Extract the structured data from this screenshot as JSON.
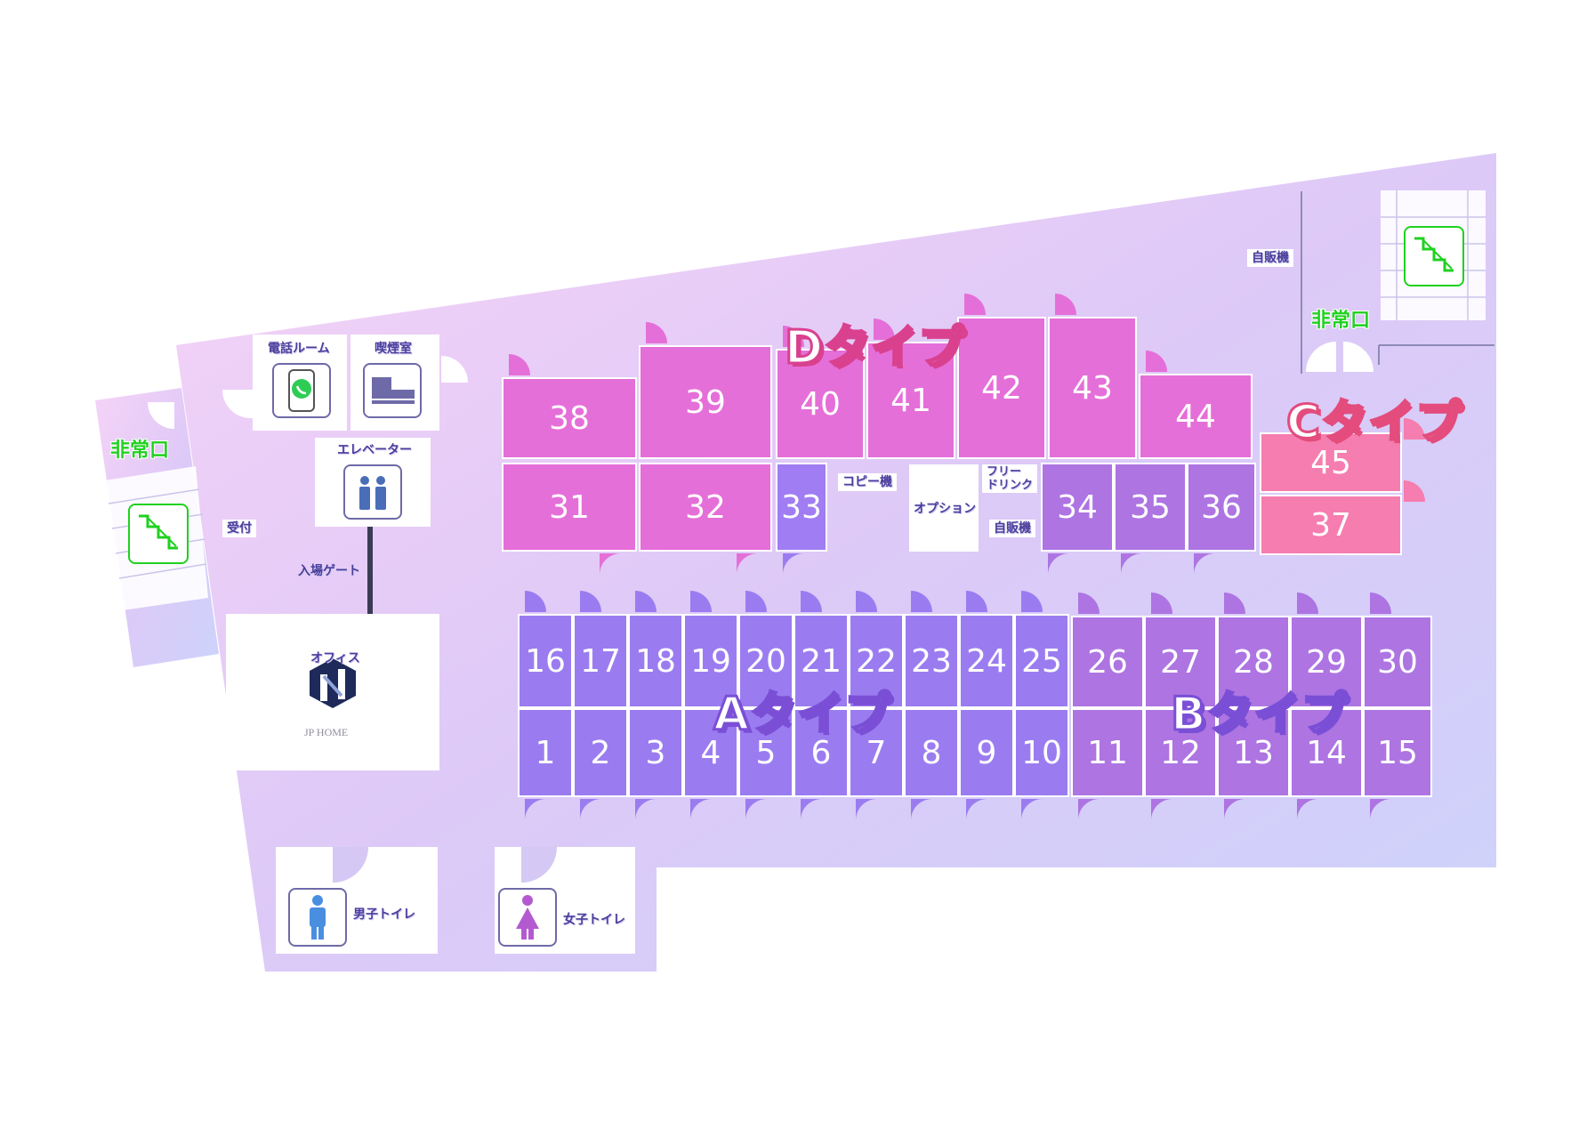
{
  "labels": {
    "phone_room": "電話ルーム",
    "smoking_room": "喫煙室",
    "elevator": "エレベーター",
    "emergency_exit_left": "非常口",
    "emergency_exit_right": "非常口",
    "reception": "受付",
    "entrance_gate": "入場ゲート",
    "office": "オフィス",
    "office_logo_text": "JP HOME",
    "copier": "コピー機",
    "option": "オプション",
    "free_drink": "フリー\nドリンク",
    "vending_center": "自販機",
    "vending_right": "自販機",
    "mens_toilet": "男子トイレ",
    "womens_toilet": "女子トイレ"
  },
  "types": {
    "A": "Aタイプ",
    "B": "Bタイプ",
    "C": "Cタイプ",
    "D": "Dタイプ"
  },
  "colors": {
    "type_a": "#9b7cf0",
    "type_b": "#ad74e2",
    "type_c": "#f57daf",
    "type_d": "#e56fd8",
    "emergency": "#1fd11f",
    "floor_gradient_start": "#f6d3f7",
    "floor_gradient_end": "#cdd3fb"
  },
  "booths": [
    {
      "n": "1",
      "type": "A"
    },
    {
      "n": "2",
      "type": "A"
    },
    {
      "n": "3",
      "type": "A"
    },
    {
      "n": "4",
      "type": "A"
    },
    {
      "n": "5",
      "type": "A"
    },
    {
      "n": "6",
      "type": "A"
    },
    {
      "n": "7",
      "type": "A"
    },
    {
      "n": "8",
      "type": "A"
    },
    {
      "n": "9",
      "type": "A"
    },
    {
      "n": "10",
      "type": "A"
    },
    {
      "n": "11",
      "type": "B"
    },
    {
      "n": "12",
      "type": "B"
    },
    {
      "n": "13",
      "type": "B"
    },
    {
      "n": "14",
      "type": "B"
    },
    {
      "n": "15",
      "type": "B"
    },
    {
      "n": "16",
      "type": "A"
    },
    {
      "n": "17",
      "type": "A"
    },
    {
      "n": "18",
      "type": "A"
    },
    {
      "n": "19",
      "type": "A"
    },
    {
      "n": "20",
      "type": "A"
    },
    {
      "n": "21",
      "type": "A"
    },
    {
      "n": "22",
      "type": "A"
    },
    {
      "n": "23",
      "type": "A"
    },
    {
      "n": "24",
      "type": "A"
    },
    {
      "n": "25",
      "type": "A"
    },
    {
      "n": "26",
      "type": "B"
    },
    {
      "n": "27",
      "type": "B"
    },
    {
      "n": "28",
      "type": "B"
    },
    {
      "n": "29",
      "type": "B"
    },
    {
      "n": "30",
      "type": "B"
    },
    {
      "n": "31",
      "type": "D"
    },
    {
      "n": "32",
      "type": "D"
    },
    {
      "n": "33",
      "type": "P"
    },
    {
      "n": "34",
      "type": "B"
    },
    {
      "n": "35",
      "type": "B"
    },
    {
      "n": "36",
      "type": "B"
    },
    {
      "n": "37",
      "type": "C"
    },
    {
      "n": "38",
      "type": "D"
    },
    {
      "n": "39",
      "type": "D"
    },
    {
      "n": "40",
      "type": "D"
    },
    {
      "n": "41",
      "type": "D"
    },
    {
      "n": "42",
      "type": "D"
    },
    {
      "n": "43",
      "type": "D"
    },
    {
      "n": "44",
      "type": "D"
    },
    {
      "n": "45",
      "type": "C"
    }
  ]
}
